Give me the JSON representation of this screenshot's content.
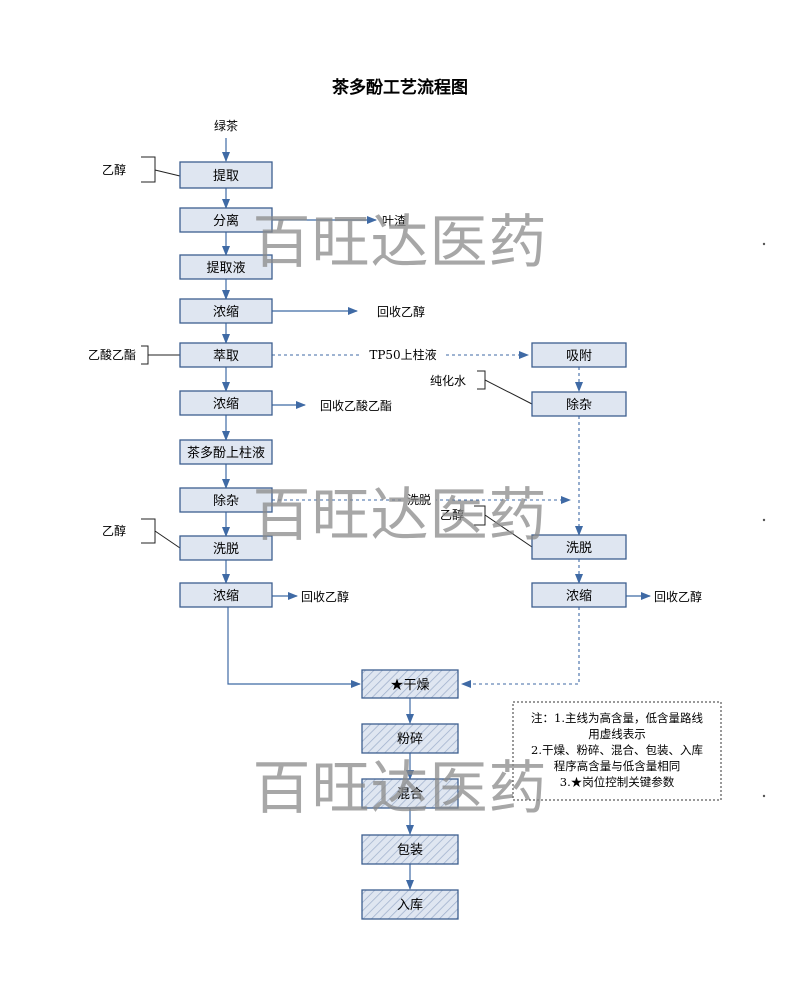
{
  "title": "茶多酚工艺流程图",
  "colors": {
    "box_fill": "#dfe6f1",
    "box_stroke": "#3d5f8f",
    "arrow": "#3f6aa5",
    "text": "#111111",
    "watermark": "#8a8a8a"
  },
  "main_path": {
    "input": "绿茶",
    "steps": [
      "提取",
      "分离",
      "提取液",
      "浓缩",
      "萃取",
      "浓缩",
      "茶多酚上柱液",
      "除杂",
      "洗脱",
      "浓缩"
    ]
  },
  "reagents": {
    "extract_solvent": "乙醇",
    "extraction_solvent": "乙酸乙酯",
    "elution_solvent": "乙醇",
    "side_elution_solvent": "乙醇",
    "purified_water": "纯化水"
  },
  "outputs": {
    "residue": "叶渣",
    "recover_ethanol_1": "回收乙醇",
    "recover_ethyl_acetate": "回收乙酸乙酯",
    "recover_ethanol_2": "回收乙醇",
    "recover_ethanol_3": "回收乙醇"
  },
  "side_path": {
    "link_label": "TP50上柱液",
    "elute_link_label": "洗脱",
    "steps": [
      "吸附",
      "除杂",
      "洗脱",
      "浓缩"
    ]
  },
  "final_path": {
    "steps": [
      "★干燥",
      "粉碎",
      "混合",
      "包装",
      "入库"
    ]
  },
  "note": {
    "lines": [
      "注：1.主线为高含量，低含量路线",
      "用虚线表示",
      "2.干燥、粉碎、混合、包装、入库",
      "程序高含量与低含量相同",
      "3.★岗位控制关键参数"
    ]
  },
  "watermark": "百旺达医药"
}
